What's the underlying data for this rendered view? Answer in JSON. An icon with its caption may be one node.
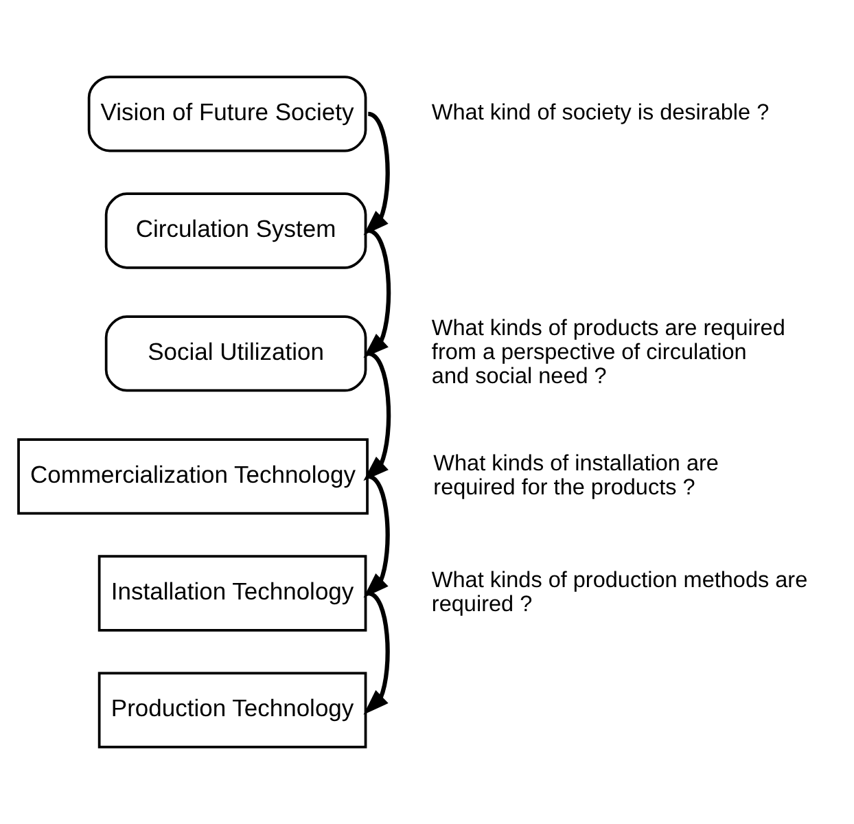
{
  "diagram": {
    "nodes": [
      {
        "text": [
          "Vision of Future Society"
        ]
      },
      {
        "text": [
          "Circulation System"
        ]
      },
      {
        "text": [
          "Social Utilization"
        ]
      },
      {
        "text": [
          "Commercialization Technology"
        ]
      },
      {
        "text": [
          "Installation Technology"
        ]
      },
      {
        "text": [
          "Production Technology"
        ]
      }
    ],
    "edges": [
      {
        "from": 0,
        "to": 1,
        "arrow": "to"
      },
      {
        "from": 1,
        "to": 2,
        "arrow": "to"
      },
      {
        "from": 2,
        "to": 3,
        "arrow": "to"
      },
      {
        "from": 3,
        "to": 4,
        "arrow": "to"
      },
      {
        "from": 4,
        "to": 5,
        "arrow": "to"
      }
    ],
    "labels": [
      "What kind of society is desirable ?",
      "What kinds of products are required from a perspective of circulation and social need ?",
      "What kinds of installation are required for the products ?",
      "What kinds of production methods are required ?"
    ]
  }
}
